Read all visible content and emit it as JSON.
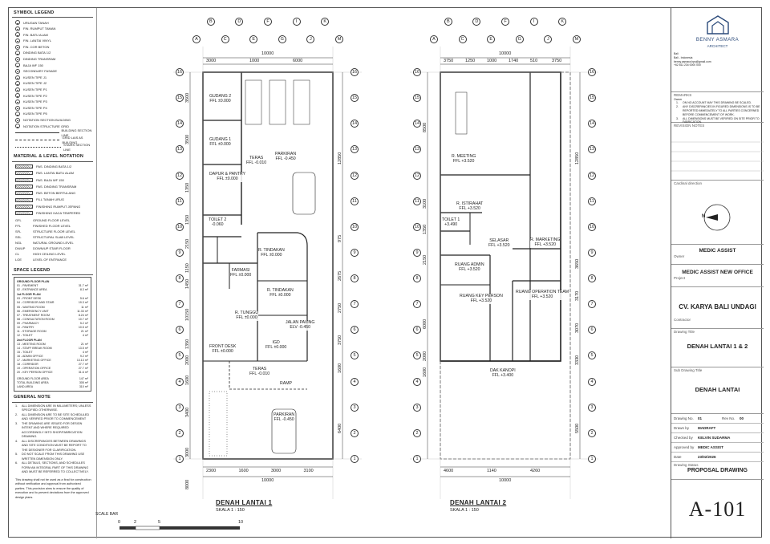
{
  "legend": {
    "symbol_title": "SYMBOL LEGEND",
    "symbols": [
      "URUGAN TANAH",
      "FIN. RUMPUT TAMAN",
      "FIN. BATU ALAM",
      "FIN. LANTAI VINYL",
      "FIN. COR BETON",
      "DINDING BATA 1/2",
      "DINDING TRANSRAM",
      "BAJA WF 150",
      "SECONDARY FASADE",
      "KUSEN TIPE J1",
      "KUSEN TIPE J2",
      "KUSEN TIPE P1",
      "KUSEN TIPE P2",
      "KUSEN TIPE P3",
      "KUSEN TIPE P4",
      "KUSEN TIPE P5"
    ],
    "section_markers": [
      "NOTATION SECTION BUILDING",
      "NOTATION STRUCTURE GRID"
    ],
    "lines": [
      "BUILDING SECTION LINE",
      "GRID LAIS AS BUILDING",
      "STAIRS SECTION LINE"
    ],
    "material_title": "MATERIAL & LEVEL NOTATION",
    "materials": [
      "PAS. DINDING BATA 1/2",
      "PAS. LANTAI BATU ALAM",
      "PAS. BAJA WF 150",
      "PAS. DINDING TRANSRAM",
      "PAS. BETON BERTULANG",
      "FILL TANAH URUG",
      "FINISHING RUMPUT JEPANG",
      "FINISHING KACA TEMPERED"
    ],
    "notations": [
      {
        "abbr": "GFL",
        "text": "GROUND FLOOR LEVEL"
      },
      {
        "abbr": "FFL",
        "text": "FINISHED FLOOR LEVEL"
      },
      {
        "abbr": "SFL",
        "text": "STRUCTURE FLOOR LEVEL"
      },
      {
        "abbr": "SSL",
        "text": "STRUCTURAL SLAB LEVEL"
      },
      {
        "abbr": "NGL",
        "text": "NATURAL GROUND LEVEL"
      },
      {
        "abbr": "DN/UP",
        "text": "DOWN/UP STAIR FLOOR"
      },
      {
        "abbr": "CL",
        "text": "HIGH CEILING LEVEL"
      },
      {
        "abbr": "LOE",
        "text": "LEVEL OF ENTRANCE"
      }
    ],
    "space_title": "SPACE LEGEND",
    "space_ground_head": "GROUND FLOOR PLAN",
    "space_ground": [
      {
        "name": "01 - PAVEMENT",
        "area": "31.7 m²"
      },
      {
        "name": "02 - ENTRANCE AREA",
        "area": "8.3 m²"
      }
    ],
    "space_first_head": "1st FLOOR PLAN",
    "space_first": [
      {
        "name": "03 - FRONT DESK",
        "area": "5.6 m²"
      },
      {
        "name": "04 - CORRIDOR AND STAIR",
        "area": "19.3 m²"
      },
      {
        "name": "05 - WAITING ROOM",
        "area": "11 m²"
      },
      {
        "name": "06 - EMERGENCY UNIT",
        "area": "11.33 m²"
      },
      {
        "name": "07 - TREATMENT ROOM",
        "area": "8.24 m²"
      },
      {
        "name": "08 - CONSULTATION ROOM",
        "area": "10.7 m²"
      },
      {
        "name": "09 - PHARMACY",
        "area": "5.2 m²"
      },
      {
        "name": "10 - PANTRY",
        "area": "10.5 m²"
      },
      {
        "name": "11 - STORAGE ROOM",
        "area": "21 m²"
      },
      {
        "name": "12 - TOILET",
        "area": "4 m²"
      }
    ],
    "space_second_head": "2nd FLOOR PLAN",
    "space_second": [
      {
        "name": "13 - MEETING ROOM",
        "area": "21 m²"
      },
      {
        "name": "14 - STAFF BREAK ROOM",
        "area": "13.5 m²"
      },
      {
        "name": "15 - TOILET",
        "area": "4 m²"
      },
      {
        "name": "16 - ADMIN OFFICE",
        "area": "9.2 m²"
      },
      {
        "name": "17 - MARKETING OFFICE",
        "area": "13.13 m²"
      },
      {
        "name": "18 - CORRIDOR",
        "area": "27.7 m²"
      },
      {
        "name": "19 - OPERATION OFFICE",
        "area": "27.7 m²"
      },
      {
        "name": "20 - KEY PERSON OFFICE",
        "area": "31.6 m²"
      }
    ],
    "space_totals": [
      {
        "name": "GROUND FLOOR AREA",
        "area": "147 m²"
      },
      {
        "name": "TOTAL BUILDING AREA",
        "area": "305 m²"
      },
      {
        "name": "LAND AREA",
        "area": "310 m²"
      }
    ],
    "general_title": "GENERAL NOTE",
    "general_notes": [
      "ALL DIMENSION ARE IN MILLIMETERS; UNLESS SPECIFIED OTHERWISE.",
      "ALL DIMENSION ARE TO BE SITE SCHEDULED AND VERIFIED PRIOR TO COMMENCEMENT",
      "THE DRAWING ARE ISSUED FOR DESIGN INTENT AND WHERE REQUIRED ACCORDINGLY INTO SHOP/FABRICATION DRAWING.",
      "ALL DISCREPANCIES BETWEEN DRAWINGS AND SITE CONDITION MUST BE REPORT TO THE DESIGNER FOR CLARIFICATION.",
      "DO NOT SCALE FROM THIS DRAWING USE WRITTEN DIMENSION ONLY.",
      "ALL DETAILS, SECTIONS, AND SCHEDULES FORM AN INTEGRAL PART OF THIS DRAWING AND MUST BE REFERRED TO COLLECTIVELY."
    ],
    "general_para": "This drawing shall not be used as a final for construction without verification and approval from authorized parties. This provision aims to ensure the quality of execution and to prevent deviations from the approved design plans.",
    "scale_label": "SCALE BAR",
    "scale_ticks": [
      "0",
      "2",
      "5",
      "10"
    ]
  },
  "plan1": {
    "title": "DENAH LANTAI 1",
    "scale": "SKALA 1 : 150",
    "top_grid": [
      "A",
      "B",
      "C",
      "D",
      "E",
      "F",
      "G",
      "I",
      "J",
      "K",
      "M"
    ],
    "side_grid": [
      "16",
      "15",
      "14",
      "13",
      "12",
      "11",
      "10",
      "9",
      "8",
      "7",
      "6",
      "5",
      "4",
      "3",
      "2",
      "1"
    ],
    "top_dims": [
      "3000",
      "1000",
      "6000"
    ],
    "top_total": "10000",
    "bottom_dims": [
      "2300",
      "1600",
      "3000",
      "3100"
    ],
    "bottom_total": "10000",
    "left_dims": [
      "3500",
      "3500",
      "1350",
      "1350",
      "2150",
      "1150",
      "1450",
      "10150",
      "1350",
      "2000",
      "1600",
      "3400",
      "3000",
      "8000"
    ],
    "right_dims": [
      "12850",
      "975",
      "2675",
      "2750",
      "3750",
      "1600",
      "6400"
    ],
    "rooms": [
      {
        "name": "GUDANG 2",
        "level": "FFL ±0.000"
      },
      {
        "name": "GUDANG 1",
        "level": "FFL ±0.000"
      },
      {
        "name": "DAPUR & PANTRY",
        "level": "FFL ±0.000"
      },
      {
        "name": "TERAS",
        "level": "FFL -0.010"
      },
      {
        "name": "PARKIRAN",
        "level": "FFL -0.450"
      },
      {
        "name": "TOILET 2",
        "level": "-0.060"
      },
      {
        "name": "R. TINDAKAN",
        "level": "FFL ±0.000"
      },
      {
        "name": "FARMASI",
        "level": "FFL ±0.000"
      },
      {
        "name": "R. TINDAKAN",
        "level": "FFL ±0.000"
      },
      {
        "name": "R. TUNGGU",
        "level": "FFL ±0.000"
      },
      {
        "name": "JALAN PAVING",
        "level": "ELV -0.450"
      },
      {
        "name": "FRONT DESK",
        "level": "FFL ±0.000"
      },
      {
        "name": "IGD",
        "level": "FFL ±0.000"
      },
      {
        "name": "TERAS",
        "level": "FFL -0.010"
      },
      {
        "name": "RAMP",
        "level": ""
      },
      {
        "name": "PARKIRAN",
        "level": "FFL -0.450"
      }
    ]
  },
  "plan2": {
    "title": "DENAH LANTAI 2",
    "scale": "SKALA 1 : 150",
    "top_grid": [
      "A",
      "B",
      "C",
      "D",
      "E",
      "F",
      "G",
      "I",
      "J",
      "K",
      "M"
    ],
    "side_grid": [
      "16",
      "15",
      "14",
      "13",
      "12",
      "11",
      "10",
      "9",
      "8",
      "7",
      "6",
      "5",
      "4",
      "3",
      "2",
      "1"
    ],
    "top_dims": [
      "3750",
      "1250",
      "1000",
      "1740",
      "510",
      "3750"
    ],
    "top_total": "10000",
    "bottom_dims": [
      "4600",
      "1140",
      "4260"
    ],
    "bottom_total": "10000",
    "left_dims": [
      "8500",
      "3100",
      "1350",
      "2150",
      "6000",
      "2000",
      "1600"
    ],
    "right_dims": [
      "12850",
      "3650",
      "3170",
      "3070",
      "3330",
      "5500"
    ],
    "rooms": [
      {
        "name": "R. MEETING",
        "level": "FFL +3.520"
      },
      {
        "name": "R. ISTIRAHAT",
        "level": "FFL +3.520"
      },
      {
        "name": "TOILET 1",
        "level": "+3.490"
      },
      {
        "name": "SELASAR",
        "level": "FFL +3.520"
      },
      {
        "name": "R. MARKETING",
        "level": "FFL +3.520"
      },
      {
        "name": "RUANG ADMIN",
        "level": "FFL +3.520"
      },
      {
        "name": "RUANG KEY PERSON",
        "level": "FFL +3.520"
      },
      {
        "name": "RUANG OPERATION TEAM",
        "level": "FFL +3.520"
      },
      {
        "name": "DAK KANOPI",
        "level": "FFL +3.400"
      }
    ]
  },
  "titleblock": {
    "firm": "BENNY ASMARA",
    "firm_sub": "ARCHITECT",
    "contact": [
      "Bali",
      "Bali - Indonesia",
      "benny.asmara.bps@gmail.com",
      "+62 811 234 0000 000"
    ],
    "remarks_title": "REMARKS",
    "remarks_sub": "Owner",
    "remarks": [
      "ON NO ACCOUNT MAY THIS DRAWING BE SCALED.",
      "ANY DISCREPANCIES IN FIGURED DIMENSIONS IS TO BE REPORTED IMMEDIATELY TO ALL PARTIES CONCERNED BEFORE COMMENCEMENT OF WORK.",
      "ALL DIMENSIONS MUST BE VERIFIED ON SITE PRIOR TO FABRICATION."
    ],
    "revision_title": "REVISION NOTES",
    "cardinal_title": "Cardinal direction",
    "north": "N",
    "owner_val": "MEDIC ASSIST",
    "owner_cap": "Owner",
    "project_val": "MEDIC ASSIST NEW OFFICE",
    "project_cap": "Project",
    "contractor_val": "CV. KARYA BALI UNDAGI",
    "contractor_cap": "Contractor",
    "drawing_title_cap": "Drawing Title",
    "drawing_title_val": "DENAH LANTAI 1 & 2",
    "sub_title_cap": "Sub Drawing Title",
    "sub_title_val": "DENAH LANTAI",
    "drawing_no_cap": "Drawing No.",
    "drawing_no_val": "01",
    "rev_no_cap": "Rev No.",
    "rev_no_val": "00",
    "drawn_by_cap": "Drawn by",
    "drawn_by_val": "MADRAFT",
    "checked_by_cap": "Checked by",
    "checked_by_val": "KELVIN SUDARMA",
    "approved_by_cap": "Approved by",
    "approved_by_val": "MEDIC ASSIST",
    "date_cap": "Date",
    "date_val": "23/02/2026",
    "status_cap": "Drawing Status",
    "status_val": "PROPOSAL DRAWING",
    "sheet_no": "A-101"
  }
}
